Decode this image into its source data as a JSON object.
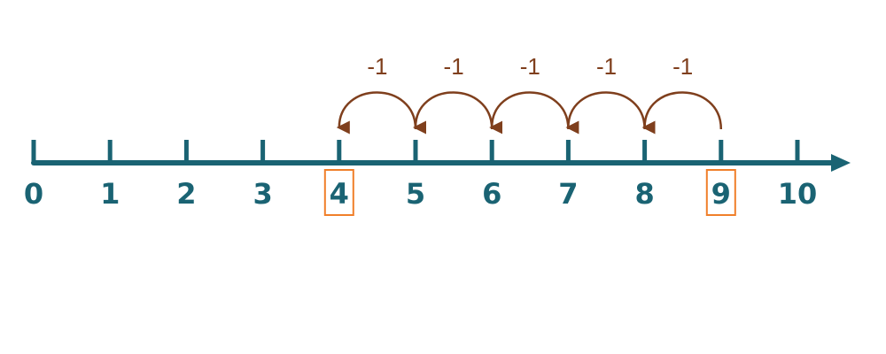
{
  "number_line": {
    "ticks": [
      "0",
      "1",
      "2",
      "3",
      "4",
      "5",
      "6",
      "7",
      "8",
      "9",
      "10"
    ],
    "highlighted": [
      "4",
      "9"
    ],
    "start": 9,
    "end": 4,
    "step_label": "-1",
    "jumps": [
      {
        "from": 9,
        "to": 8,
        "label": "-1"
      },
      {
        "from": 8,
        "to": 7,
        "label": "-1"
      },
      {
        "from": 7,
        "to": 6,
        "label": "-1"
      },
      {
        "from": 6,
        "to": 5,
        "label": "-1"
      },
      {
        "from": 5,
        "to": 4,
        "label": "-1"
      }
    ]
  },
  "colors": {
    "line": "#1a6373",
    "jump": "#7f3f1d",
    "highlight": "#f07f2a"
  }
}
